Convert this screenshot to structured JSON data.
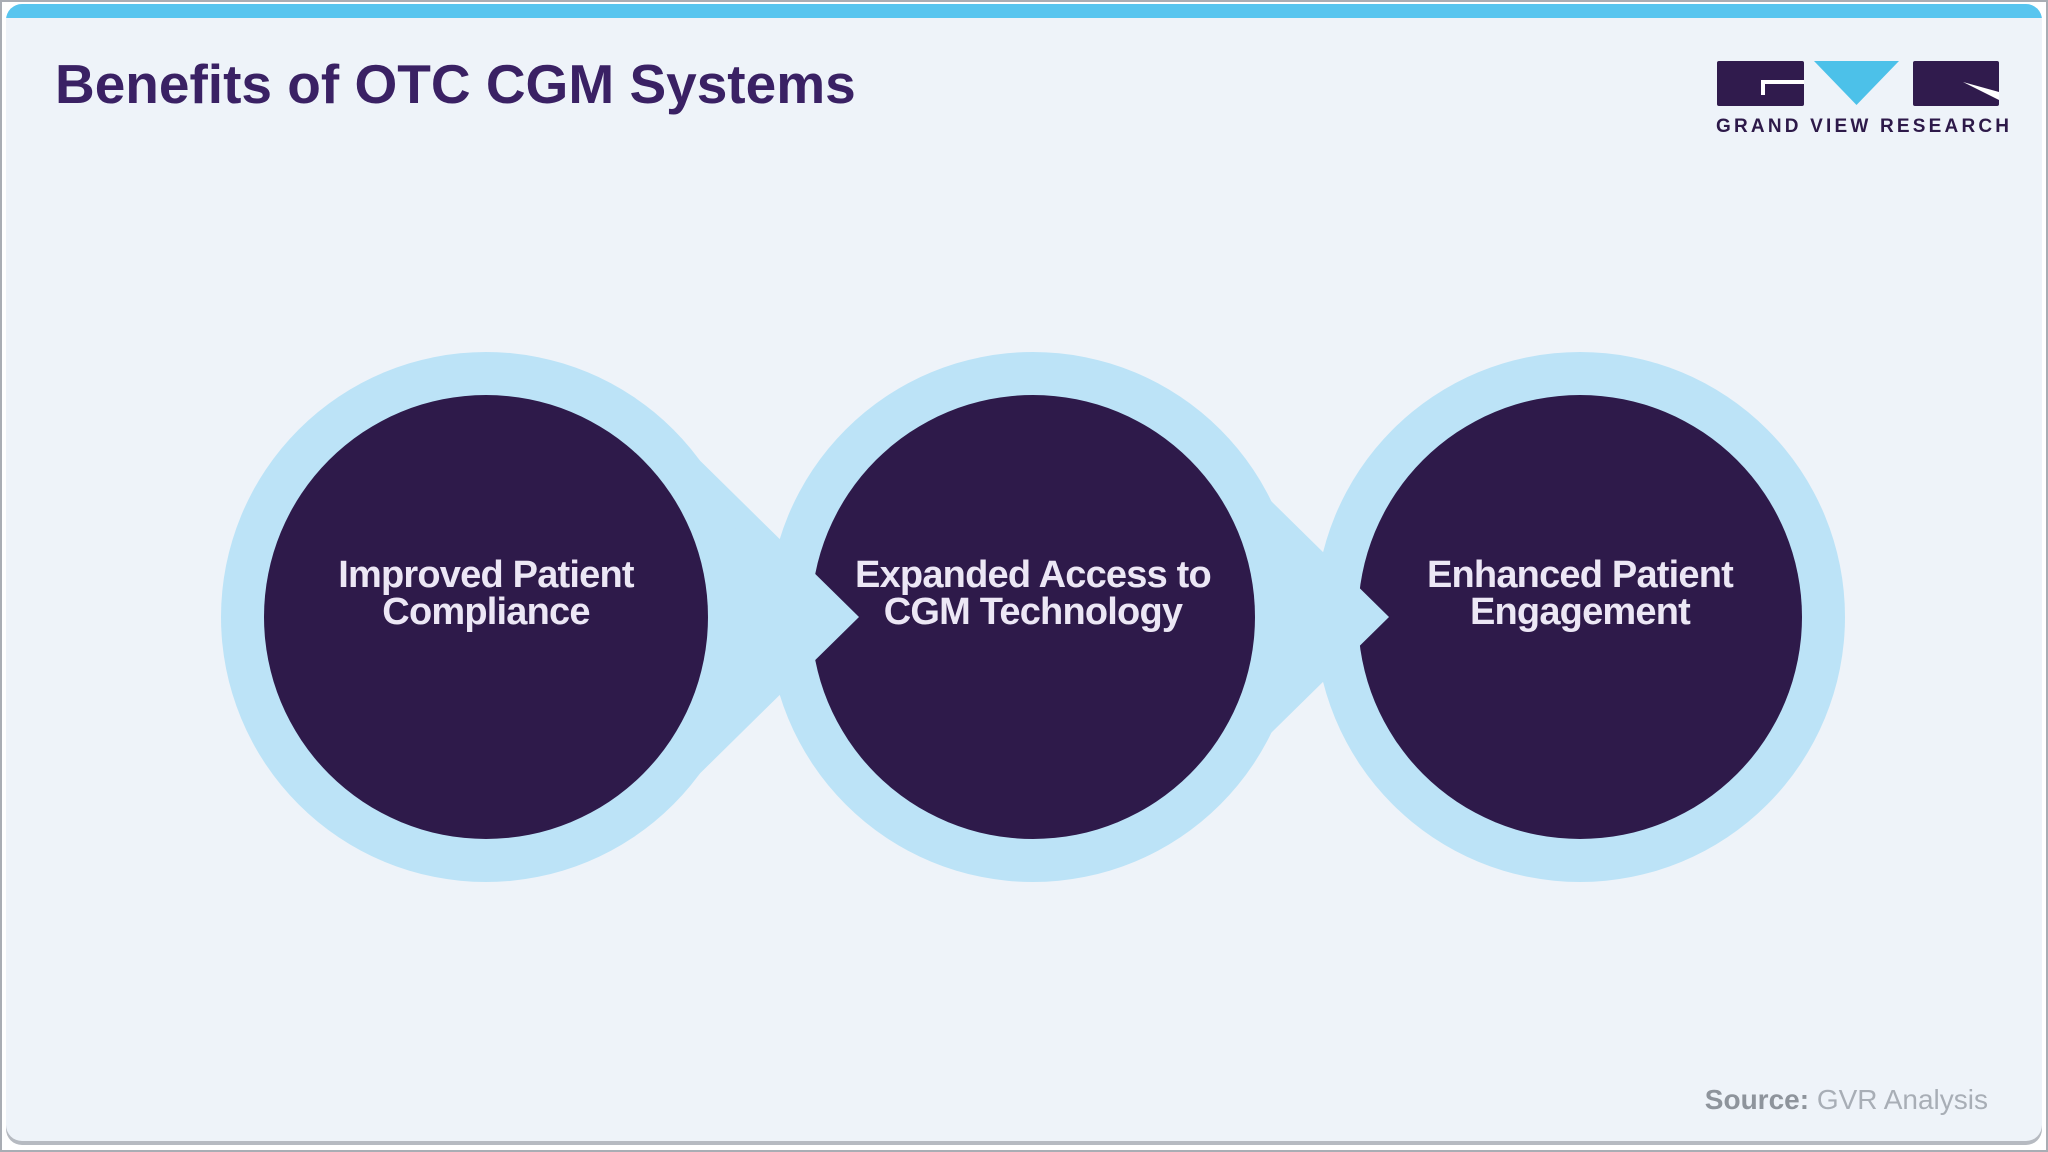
{
  "header": {
    "title": "Benefits of OTC CGM Systems"
  },
  "logo": {
    "wordmark": "GRAND VIEW RESEARCH",
    "mark_colors": {
      "purple": "#301b4d",
      "blue": "#4cc1e9"
    }
  },
  "steps": [
    {
      "line1": "Improved Patient",
      "line2": "Compliance"
    },
    {
      "line1": "Expanded Access to",
      "line2": "CGM Technology"
    },
    {
      "line1": "Enhanced Patient",
      "line2": "Engagement"
    }
  ],
  "source": {
    "label": "Source:",
    "value": "GVR Analysis"
  },
  "colors": {
    "top_bar": "#58c5ef",
    "slide_background": "#eef3f9",
    "circle_fill": "#2e1a4a",
    "circle_halo": "#bce3f7",
    "arrow": "#bce3f7",
    "title_text": "#3a2164",
    "circle_text": "#ece7f5",
    "source_text": "#a8aeb6"
  }
}
